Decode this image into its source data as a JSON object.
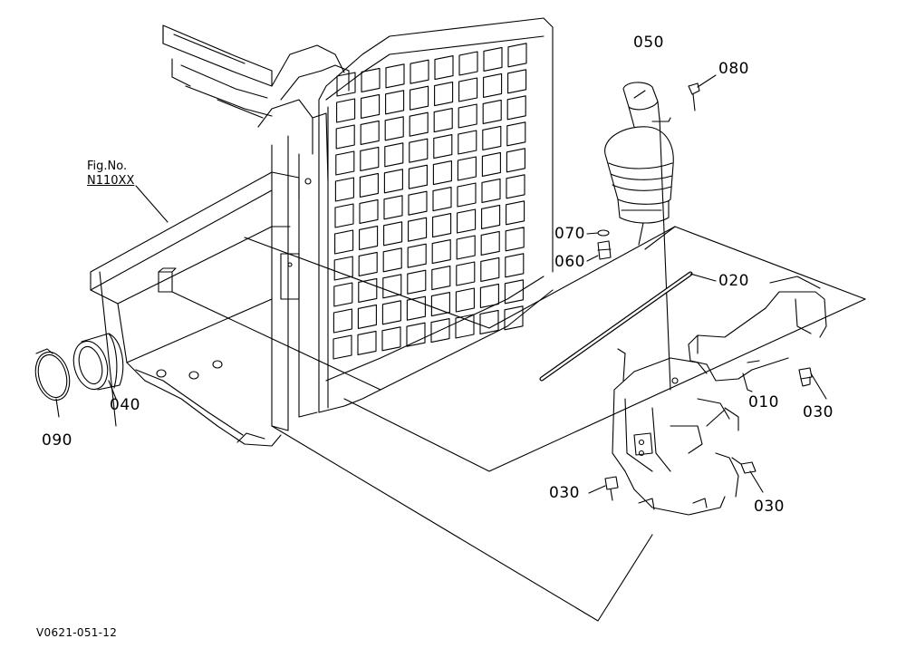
{
  "figure_ref": {
    "line1": "Fig.No.",
    "line2": "N110XX"
  },
  "part_labels": {
    "p050": "050",
    "p080": "080",
    "p070": "070",
    "p060": "060",
    "p020": "020",
    "p010": "010",
    "p030_right": "030",
    "p030_bottom_left": "030",
    "p030_bottom_right": "030",
    "p040": "040",
    "p090": "090"
  },
  "footer_code": "V0621-051-12",
  "colors": {
    "line": "#000000",
    "background": "#ffffff"
  }
}
